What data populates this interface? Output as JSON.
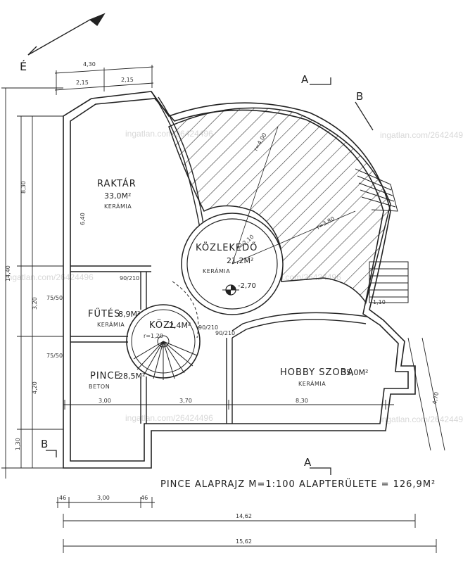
{
  "watermark": "ingatlan.com/26424496",
  "north": "É",
  "sections": {
    "a": "A",
    "b": "B"
  },
  "rooms": {
    "raktar": {
      "name": "RAKTÁR",
      "area": "33,0M²",
      "material": "KERÁMIA"
    },
    "kozlekedo": {
      "name": "KÖZLEKEDŐ",
      "area": "21,2M²",
      "material": "KERÁMIA"
    },
    "futes": {
      "name": "FŰTÉS",
      "area": "8,9M²",
      "material": "KERÁMIA"
    },
    "kozl": {
      "name": "KÖZL",
      "area": "2,4M²"
    },
    "pince": {
      "name": "PINCE",
      "area": "28,5M²",
      "material": "BETON"
    },
    "hobby": {
      "name": "HOBBY SZOBA",
      "area": "35,0M²",
      "material": "KERÁMIA"
    }
  },
  "level": "-2,70",
  "title": "PINCE ALAPRAJZ   M=1:100   ALAPTERÜLETE = 126,9M²",
  "dims": {
    "top_total": "4,30",
    "top_a": "2,15",
    "top_b": "2,15",
    "left_total": "14,40",
    "left_a": "8,30",
    "left_b": "3,20",
    "left_c": "4,20",
    "left_d": "1,30",
    "raktar_h": "6,40",
    "bottom_3": "3,00",
    "bottom_b": "3,70",
    "bottom_c": "8,30",
    "bottom_total1": "14,62",
    "bottom_total2": "15,62",
    "right_h": "4,70",
    "r1": "r=4,00",
    "r2": "r=3,80",
    "r3": "r=2,10",
    "r4": "r=1,20",
    "d_90_210": "90/210",
    "d_75_50": "75/50",
    "d_1_10": "1,10",
    "d_3_00": "3,00",
    "d_46": "46"
  }
}
